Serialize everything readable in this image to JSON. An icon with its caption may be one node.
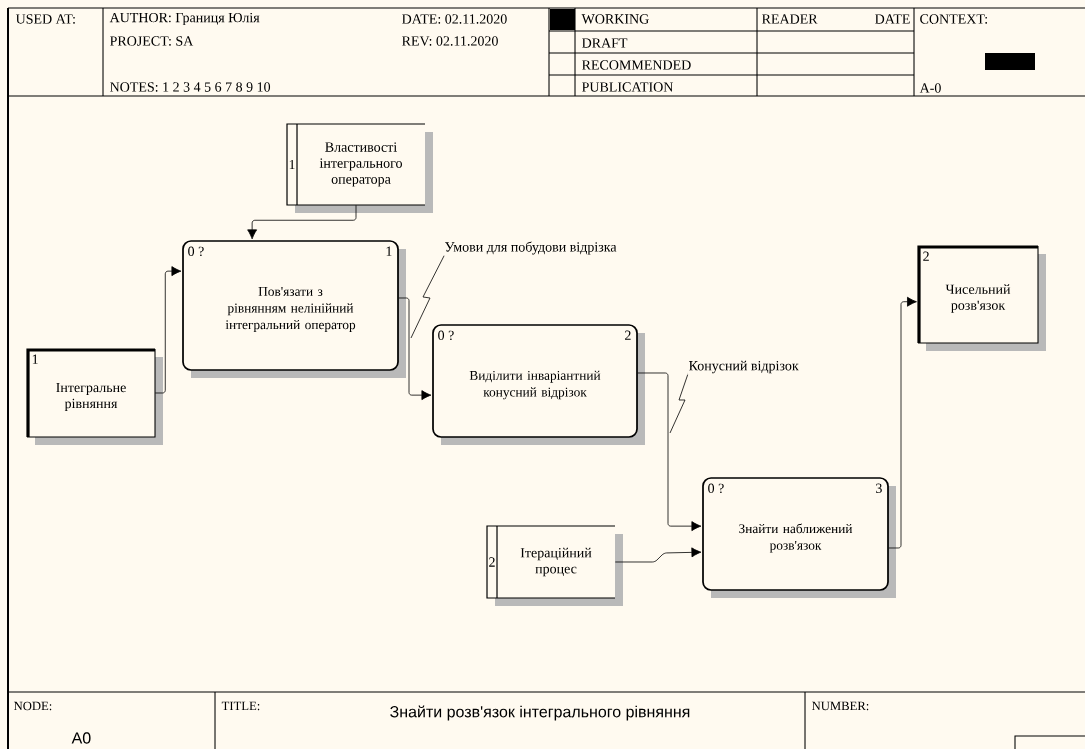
{
  "diagram": {
    "title": "Знайти розв'язок інтегрального рівняння",
    "nodes": [
      {
        "text": [
          "1",
          "Властивості інтегрального оператора"
        ]
      },
      {
        "text": [
          "0 ?",
          "1",
          "Пов'язати з рівнянням нелінійний інтегральний оператор"
        ]
      },
      {
        "text": [
          "1",
          "Інтегральне рівняння"
        ]
      },
      {
        "text": [
          "0 ?",
          "2",
          "Виділити інваріантний конусний відрізок"
        ]
      },
      {
        "text": [
          "2",
          "Чисельний розв'язок"
        ]
      },
      {
        "text": [
          "2",
          "Ітераційний процес"
        ]
      },
      {
        "text": [
          "0 ?",
          "3",
          "Знайти наближений розв'язок"
        ]
      }
    ],
    "edges": [
      {
        "from": 0,
        "to": 1,
        "arrow": "to"
      },
      {
        "from": 2,
        "to": 1,
        "arrow": "to"
      },
      {
        "from": 1,
        "to": 3,
        "arrow": "to",
        "label": "Умови для побудови відрізка"
      },
      {
        "from": 3,
        "to": 6,
        "arrow": "to",
        "label": "Конусний відрізок"
      },
      {
        "from": 5,
        "to": 6,
        "arrow": "to"
      },
      {
        "from": 6,
        "to": 4,
        "arrow": "to"
      }
    ],
    "labels": [
      "USED AT:",
      "AUTHOR: Границя Юлія",
      "DATE: 02.11.2020",
      "WORKING",
      "READER",
      "DATE",
      "CONTEXT:",
      "PROJECT: SA",
      "REV: 02.11.2020",
      "DRAFT",
      "RECOMMENDED",
      "NOTES: 1 2 3 4 5 6 7 8 9 10",
      "PUBLICATION",
      "A-0",
      "NODE:",
      "TITLE:",
      "NUMBER:",
      "A0"
    ]
  }
}
